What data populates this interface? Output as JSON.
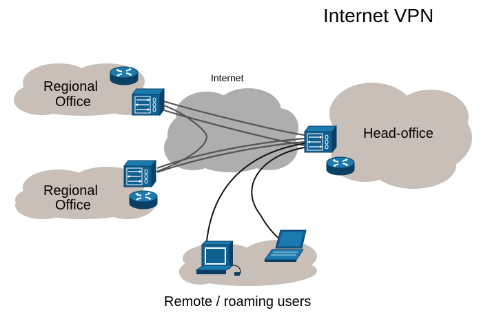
{
  "title": "Internet VPN",
  "internet_label": "Internet",
  "regional_office_top": [
    "Regional",
    "Office"
  ],
  "regional_office_bottom": [
    "Regional",
    "Office"
  ],
  "head_office_label": "Head-office",
  "remote_users_label": "Remote / roaming users",
  "colors": {
    "site_cloud": "#c7bfb8",
    "internet_cloud": "#aeaeae",
    "device_blue": "#0f5f8f",
    "device_dark": "#0b3f63",
    "tunnel": "#555555",
    "remote_link": "#111111"
  },
  "icons": [
    "router-icon",
    "firewall-icon",
    "desktop-computer-icon",
    "laptop-icon",
    "cloud-icon"
  ]
}
